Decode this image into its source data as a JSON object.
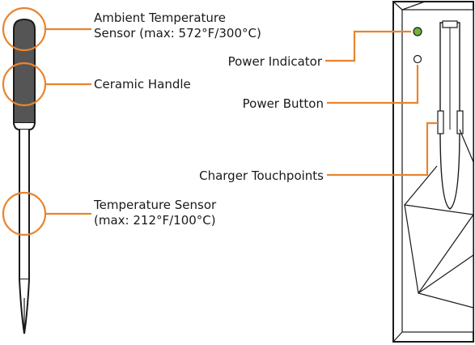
{
  "colors": {
    "accent": "#E8842D",
    "ink": "#1a1a1a",
    "handle": "#555555",
    "indicator": "#6CB33F"
  },
  "labels": {
    "ambient_line1": "Ambient Temperature",
    "ambient_line2": "Sensor (max: 572°F/300°C)",
    "ceramic_handle": "Ceramic Handle",
    "temp_line1": "Temperature Sensor",
    "temp_line2": "(max: 212°F/100°C)",
    "power_indicator": "Power Indicator",
    "power_button": "Power Button",
    "charger_touchpoints": "Charger Touchpoints"
  }
}
